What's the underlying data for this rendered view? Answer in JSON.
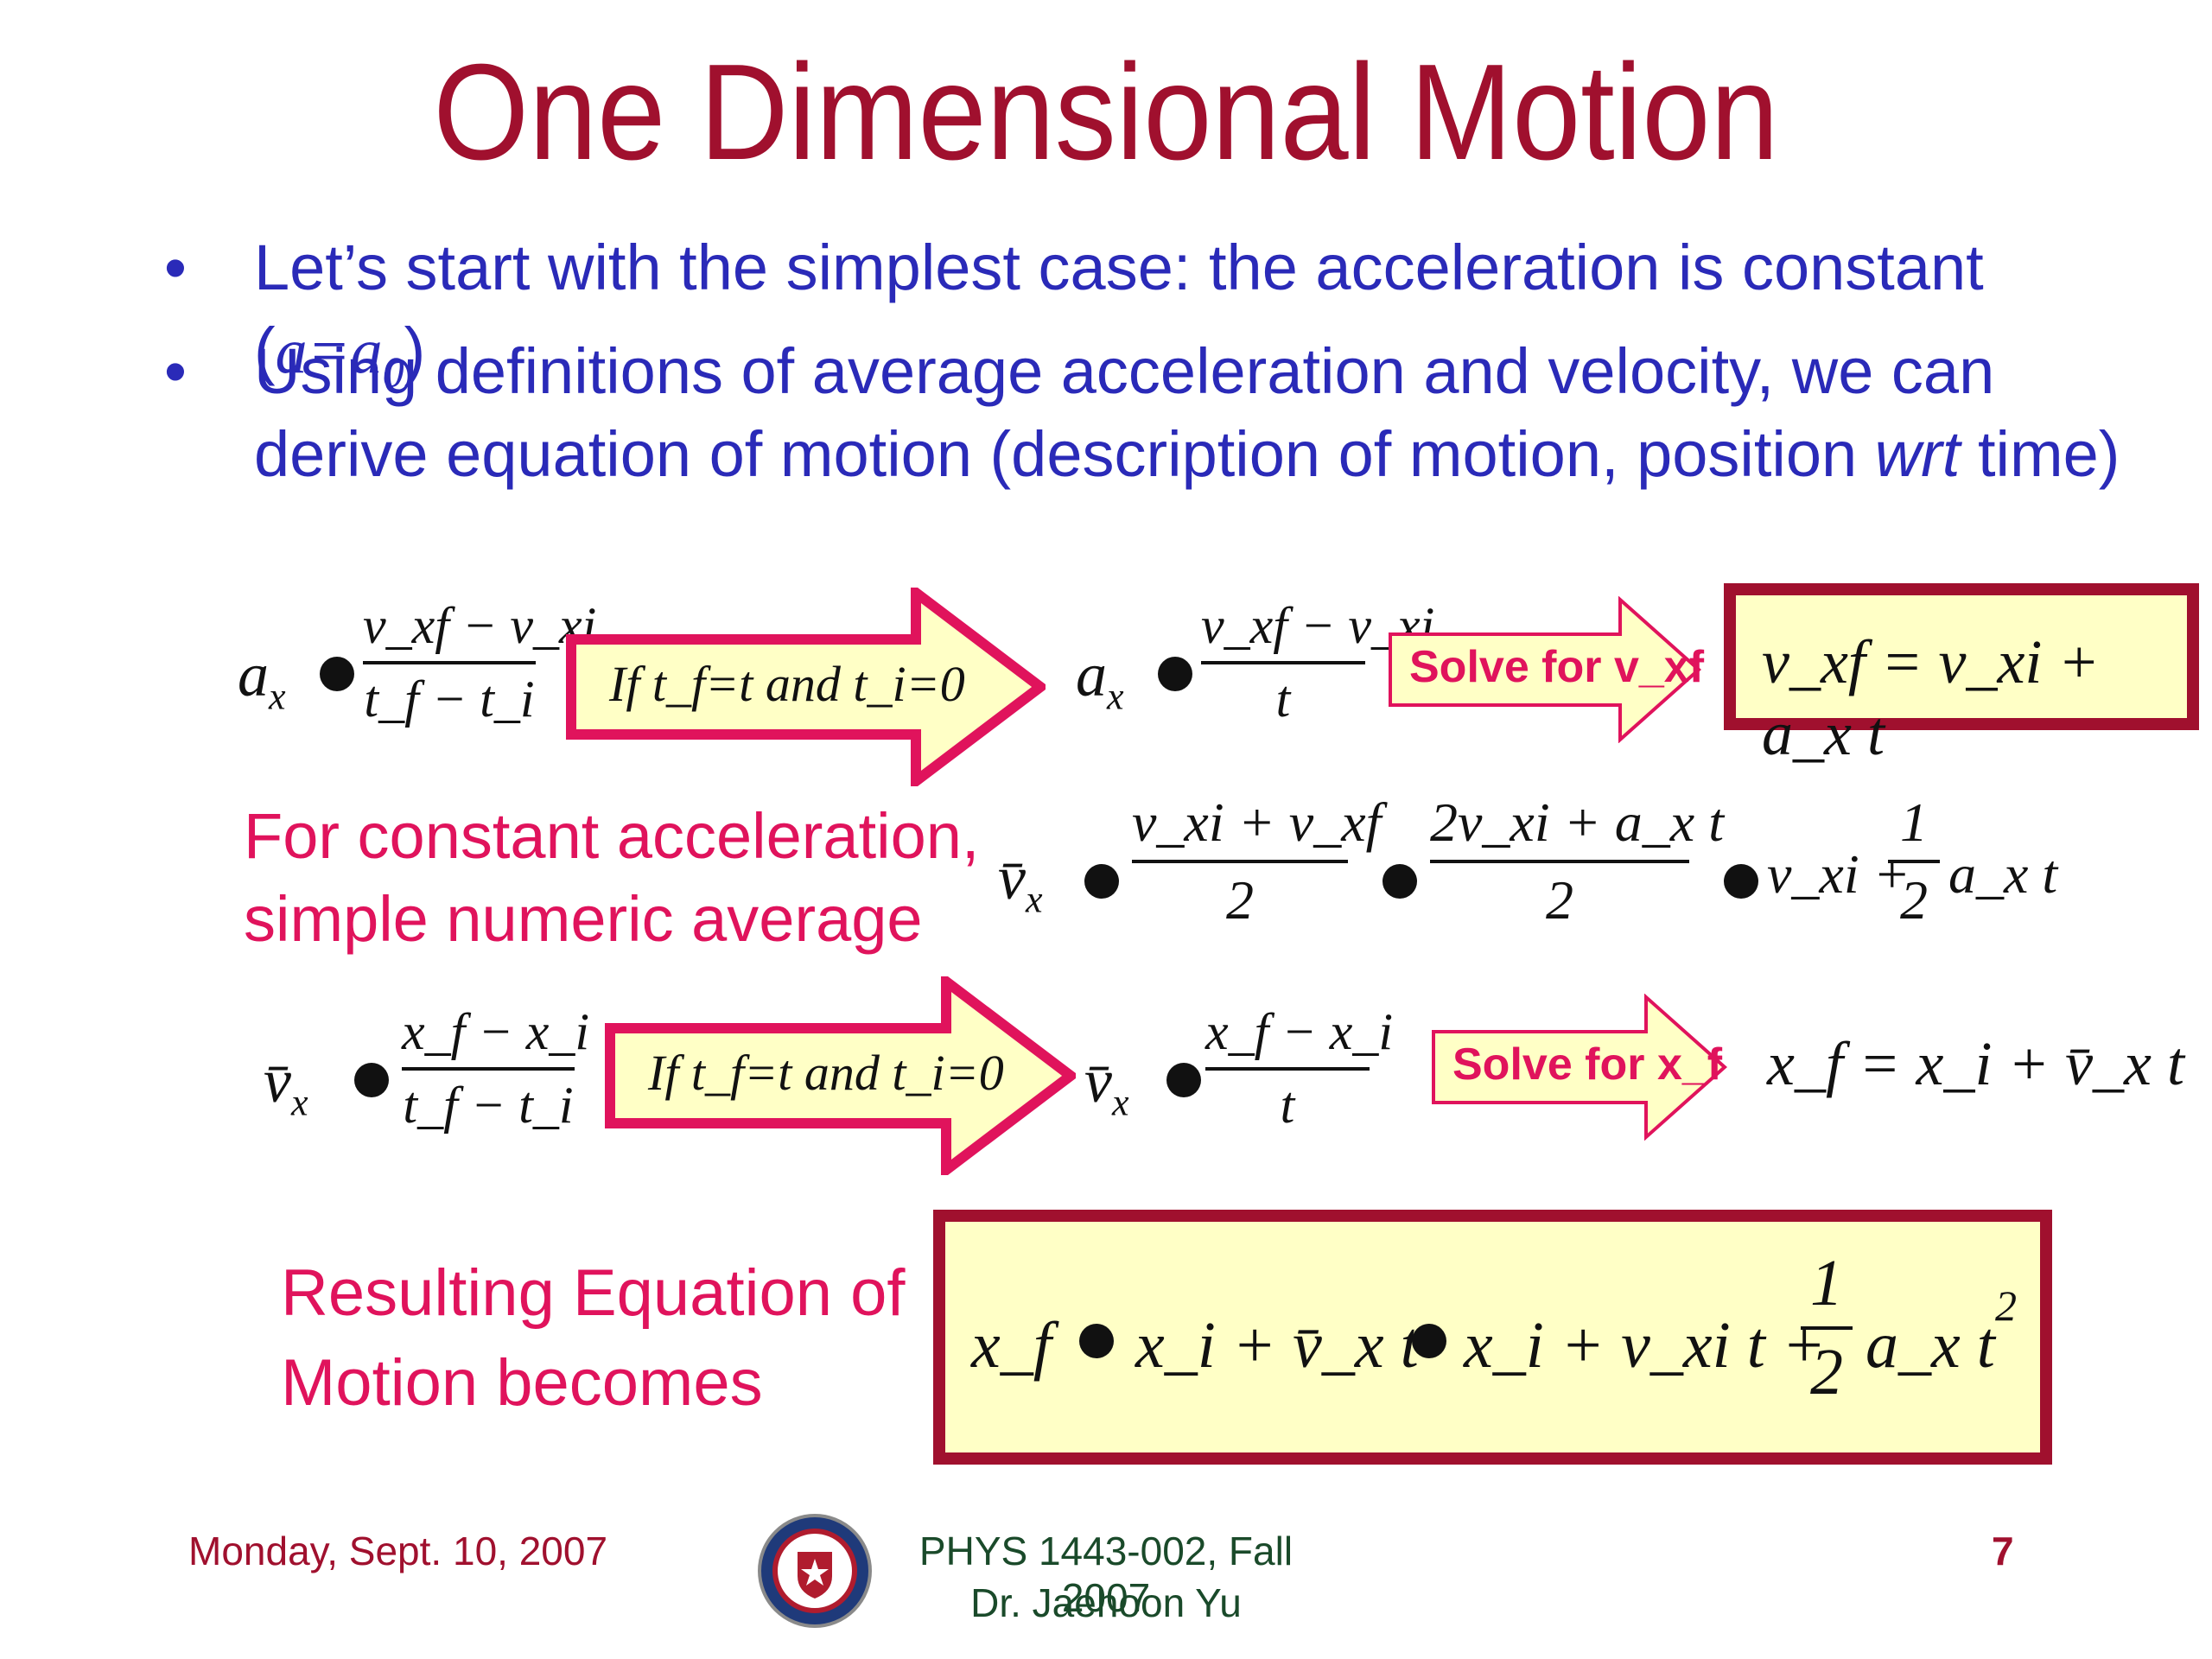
{
  "title": "One Dimensional Motion",
  "bullets": [
    {
      "marker": "•",
      "text": "Let’s start with the simplest case: the acceleration is constant (",
      "math": "a=a",
      "sub": "0",
      "close": ")"
    },
    {
      "marker": "•",
      "text_a": "Using definitions of average acceleration and velocity, we can derive equation of motion (description of motion, position ",
      "italic": "wrt",
      "text_b": " time)"
    }
  ],
  "row1": {
    "lhs": "a",
    "lhs_sub": "x",
    "num": "v_xf − v_xi",
    "den": "t_f − t_i",
    "arrow_label": "If t_f=t and t_i=0",
    "rhs": "a",
    "rhs_sub": "x",
    "rhs_num": "v_xf − v_xi",
    "rhs_den": "t",
    "solve_label": "Solve for v_xf",
    "result": "v_xf = v_xi + a_x t"
  },
  "row2": {
    "label_line1": "For constant acceleration,",
    "label_line2": "simple numeric average",
    "lhs": "v̄",
    "lhs_sub": "x",
    "f1_num": "v_xi + v_xf",
    "f1_den": "2",
    "f2_num": "2v_xi + a_x t",
    "f2_den": "2",
    "f3_lead": "v_xi +",
    "f3_num": "1",
    "f3_den": "2",
    "f3_tail": "a_x t"
  },
  "row3": {
    "lhs": "v̄",
    "lhs_sub": "x",
    "num": "x_f − x_i",
    "den": "t_f − t_i",
    "arrow_label": "If t_f=t and t_i=0",
    "rhs": "v̄",
    "rhs_sub": "x",
    "rhs_num": "x_f − x_i",
    "rhs_den": "t",
    "solve_label": "Solve for x_f",
    "result": "x_f = x_i + v̄_x t"
  },
  "result_section": {
    "label_line1": "Resulting Equation of",
    "label_line2": "Motion becomes",
    "eq_part1": "x_f",
    "eq_part2": "x_i + v̄_x t",
    "eq_part3": "x_i + v_xi t +",
    "frac_num": "1",
    "frac_den": "2",
    "eq_tail": "a_x t",
    "exp": "2"
  },
  "footer": {
    "date": "Monday, Sept. 10, 2007",
    "course": "PHYS 1443-002, Fall 2007",
    "instructor": "Dr. Jaehoon Yu",
    "page": "7"
  },
  "colors": {
    "title": "#a0102e",
    "bullet_text": "#2a2ab8",
    "pink": "#e0135c",
    "box_fill": "#ffffc6",
    "box_border": "#a0102e",
    "footer_date": "#a0102e",
    "footer_center": "#1a4a2a"
  }
}
